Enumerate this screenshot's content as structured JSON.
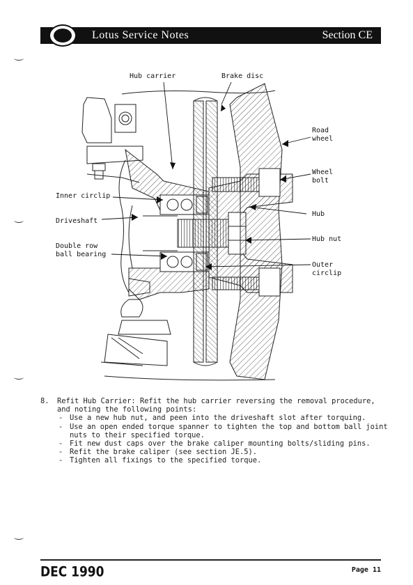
{
  "header": {
    "title": "Lotus Service Notes",
    "section": "Section CE"
  },
  "diagram": {
    "labels": {
      "hub_carrier": "Hub carrier",
      "brake_disc": "Brake disc",
      "road_wheel_1": "Road",
      "road_wheel_2": "wheel",
      "wheel_bolt_1": "Wheel",
      "wheel_bolt_2": "bolt",
      "hub": "Hub",
      "hub_nut": "Hub nut",
      "outer_circlip_1": "Outer",
      "outer_circlip_2": "circlip",
      "inner_circlip": "Inner circlip",
      "driveshaft": "Driveshaft",
      "double_row_1": "Double row",
      "double_row_2": "ball bearing"
    }
  },
  "instructions": {
    "step_number": "8.",
    "intro": "Refit Hub Carrier: Refit the hub carrier reversing the removal procedure, and noting the following points:",
    "bullets": [
      "Use a new hub nut, and peen into the driveshaft slot after torquing.",
      "Use an open ended torque spanner to tighten the top and bottom ball joint nuts to their specified torque.",
      "Fit new dust caps over the brake caliper mounting bolts/sliding pins.",
      "Refit the brake caliper (see section JE.5).",
      "Tighten all fixings to the specified torque."
    ]
  },
  "footer": {
    "date": "DEC 1990",
    "page": "Page 11"
  }
}
